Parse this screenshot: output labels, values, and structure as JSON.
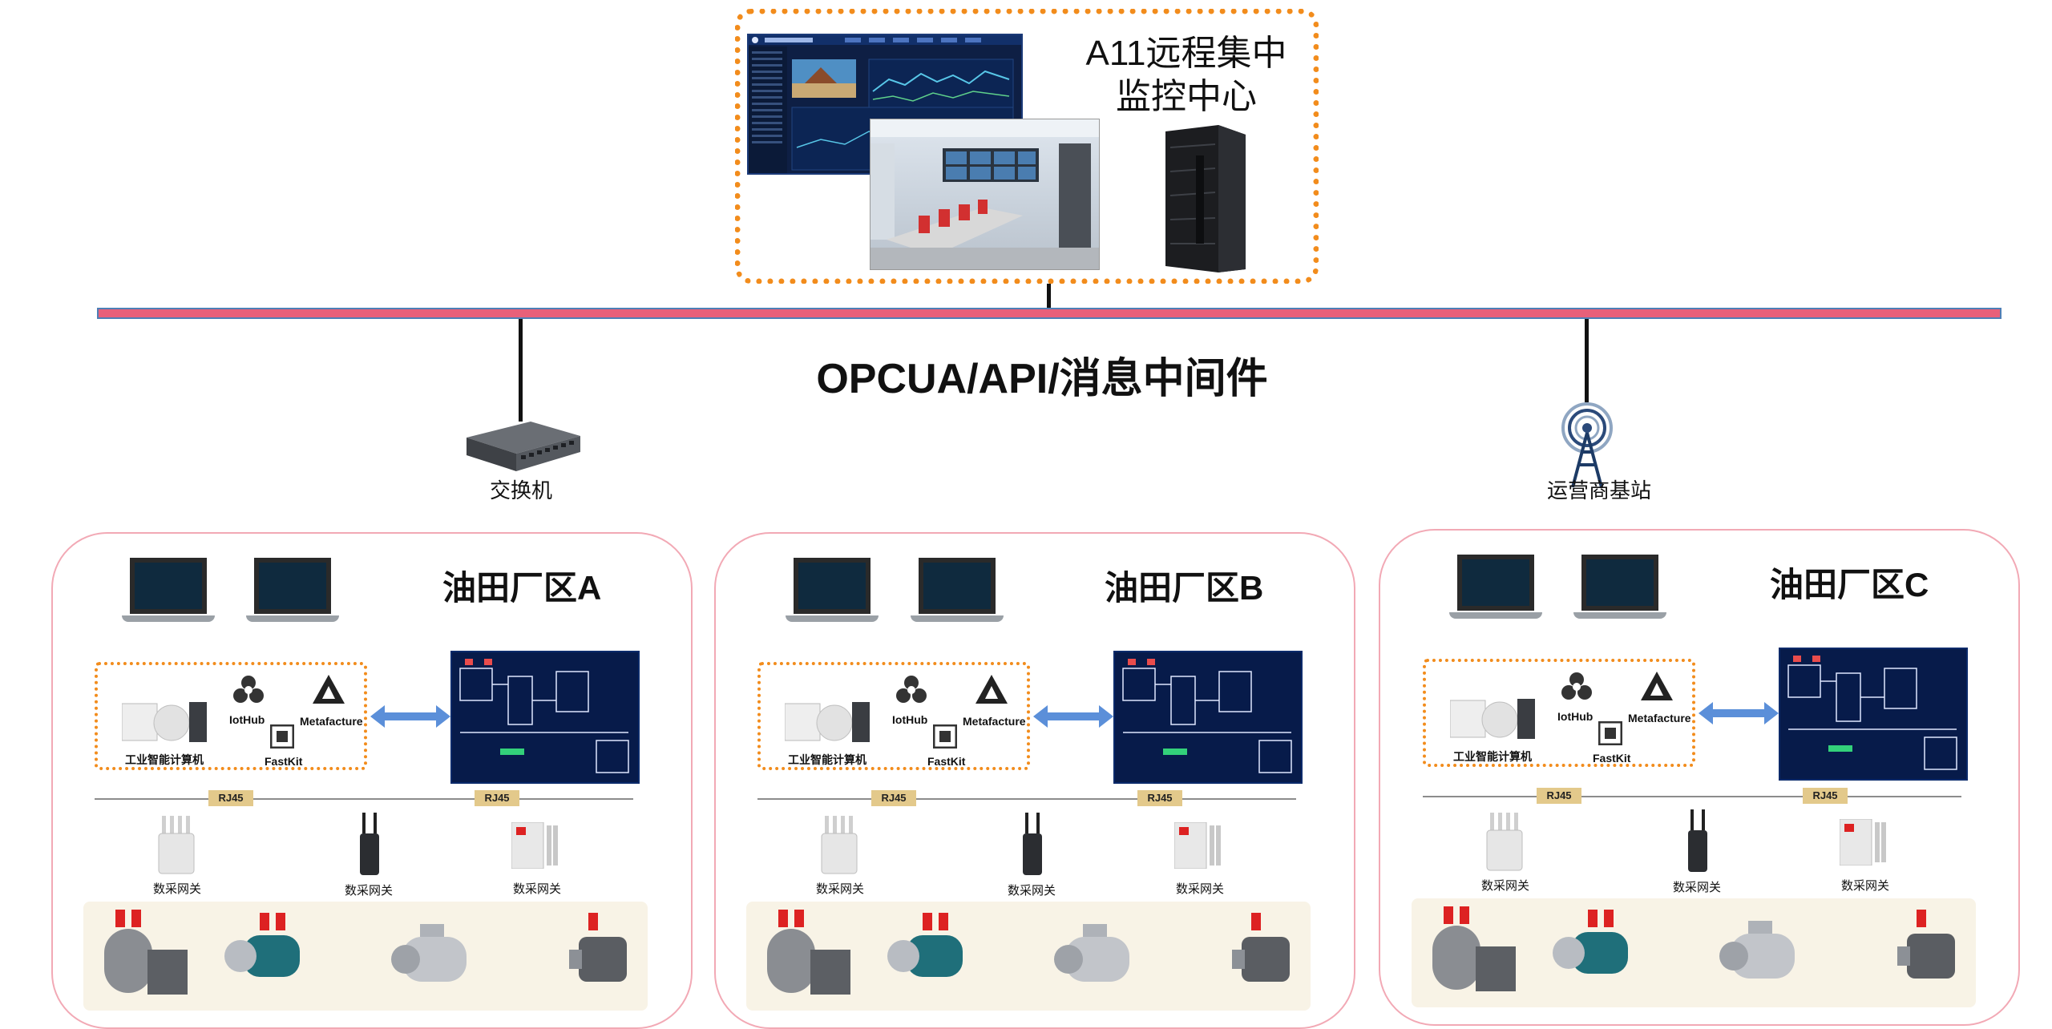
{
  "control_center": {
    "title_line1": "A11远程集中",
    "title_line2": "监控中心"
  },
  "bus": {
    "label": "OPCUA/API/消息中间件"
  },
  "switch": {
    "label": "交换机"
  },
  "base_station": {
    "label": "运营商基站"
  },
  "plants": [
    {
      "title": "油田厂区A"
    },
    {
      "title": "油田厂区B"
    },
    {
      "title": "油田厂区C"
    }
  ],
  "edge": {
    "computer_label": "工业智能计算机",
    "iothub_label": "IotHub",
    "metafacture_label": "Metafacture",
    "fastkit_label": "FastKit"
  },
  "network": {
    "rj45_label": "RJ45"
  },
  "gateway": {
    "label": "数采网关"
  },
  "colors": {
    "dotted_border": "#f28c1c",
    "bus": "#e8607a",
    "plant_border": "#f2a9b5",
    "rj45": "#e3c98b",
    "arrow": "#5b8fd9"
  }
}
